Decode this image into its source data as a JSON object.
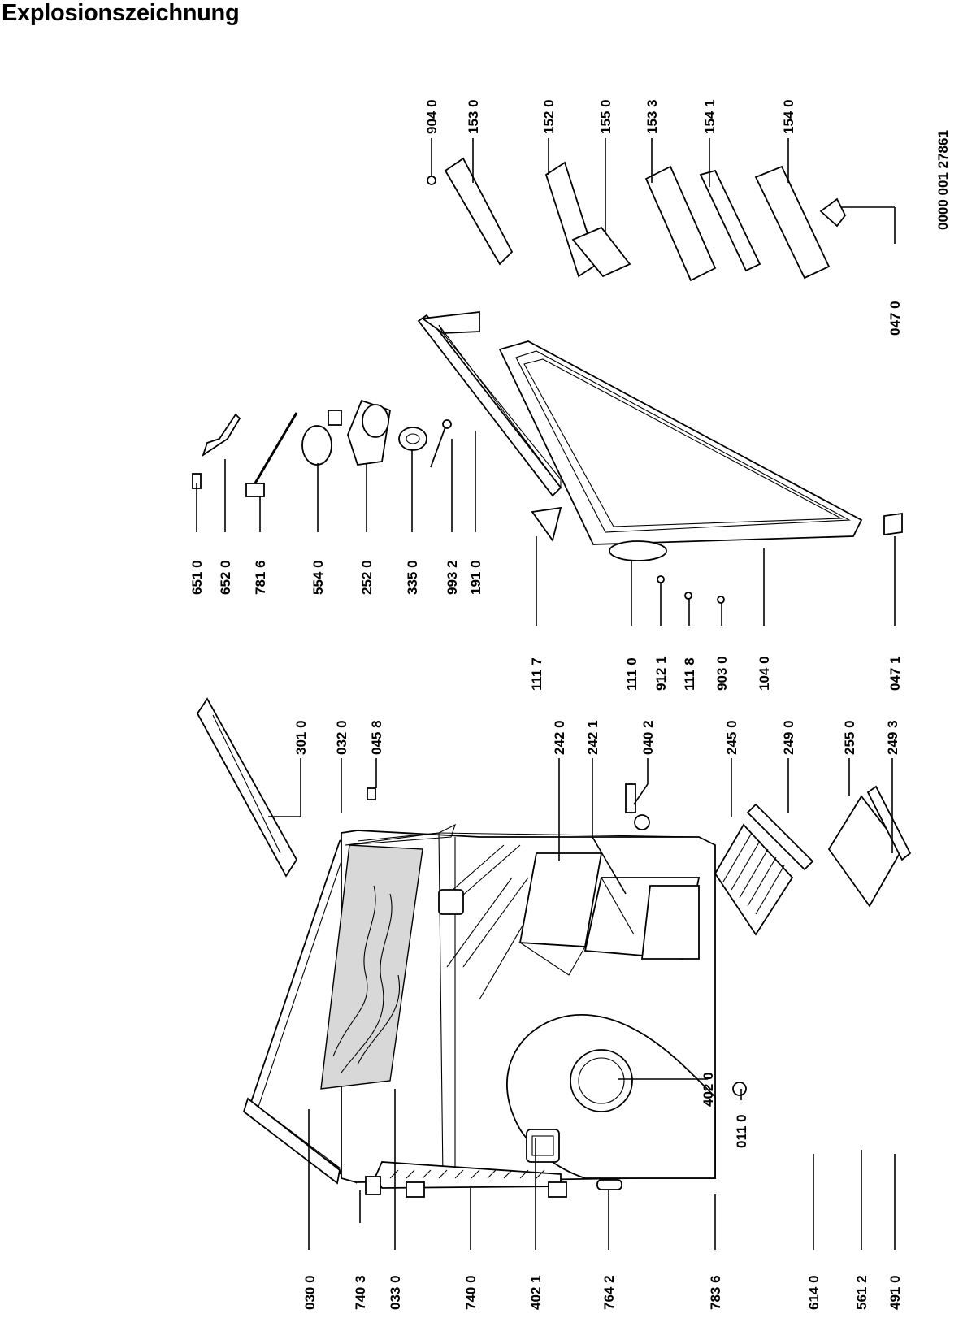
{
  "title": "Explosionszeichnung",
  "document_number": "0000 001 27861",
  "part_labels": [
    "030 0",
    "740 3",
    "033 0",
    "740 0",
    "402 1",
    "764 2",
    "783 6",
    "614 0",
    "561 2",
    "491 0",
    "402 0",
    "011 0",
    "301 0",
    "032 0",
    "045 8",
    "242 0",
    "242 1",
    "040 2",
    "245 0",
    "249 0",
    "255 0",
    "249 3",
    "651 0",
    "652 0",
    "781 6",
    "554 0",
    "252 0",
    "335 0",
    "993 2",
    "191 0",
    "111 7",
    "111 0",
    "912 1",
    "111 8",
    "903 0",
    "104 0",
    "047 1",
    "047 0",
    "904 0",
    "153 0",
    "152 0",
    "155 0",
    "153 3",
    "154 1",
    "154 0"
  ]
}
